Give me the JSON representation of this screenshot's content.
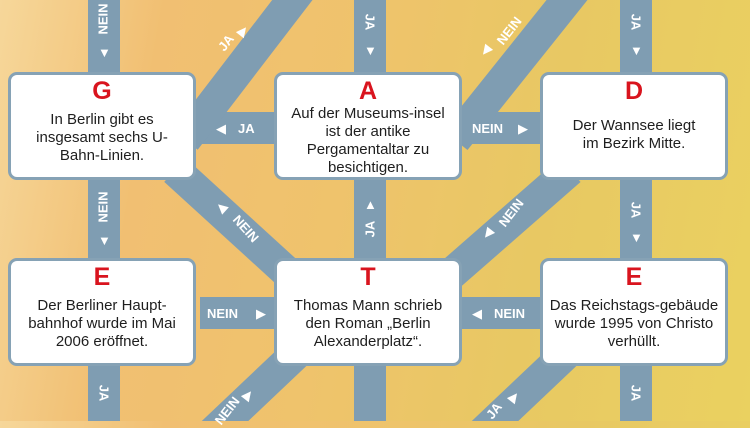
{
  "colors": {
    "road": "#7f9db2",
    "letter": "#d9141e"
  },
  "boxes": [
    {
      "letter": "G",
      "text": "In Berlin gibt es insgesamt sechs U-Bahn-Linien."
    },
    {
      "letter": "A",
      "text": "Auf der Museums-insel ist der antike Pergamentaltar zu besichtigen."
    },
    {
      "letter": "D",
      "text": "Der Wannsee liegt im Bezirk Mitte."
    },
    {
      "letter": "E",
      "text": "Der Berliner Haupt-bahnhof wurde im Mai 2006 eröffnet."
    },
    {
      "letter": "T",
      "text": "Thomas Mann schrieb den Roman „Berlin Alexanderplatz“."
    },
    {
      "letter": "E",
      "text": "Das Reichstags-gebäude wurde 1995 von Christo verhüllt."
    }
  ],
  "labels": [
    "NEIN",
    "JA",
    "JA",
    "NEIN",
    "JA",
    "JA",
    "NEIN",
    "NEIN",
    "NEIN",
    "JA",
    "NEIN",
    "JA",
    "NEIN",
    "NEIN",
    "JA",
    "NEIN",
    "JA",
    "JA"
  ]
}
